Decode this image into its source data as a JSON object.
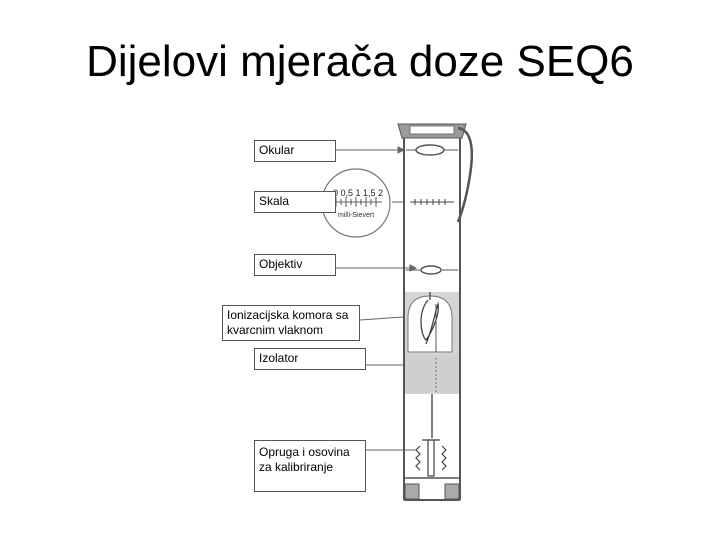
{
  "slide": {
    "title": "Dijelovi mjerača doze SEQ6"
  },
  "labels": {
    "okular": "Okular",
    "skala": "Skala",
    "objektiv": "Objektiv",
    "komora": "Ionizacijska komora sa kvarcnim vlaknom",
    "izolator": "Izolator",
    "opruga": "Opruga i osovina za kalibriranje"
  },
  "dial": {
    "scale_text": "0 0,5 1  1,5 2",
    "unit": "milli-Sievert"
  },
  "colors": {
    "outline": "#555555",
    "chamber_fill": "#d4d4d4"
  }
}
